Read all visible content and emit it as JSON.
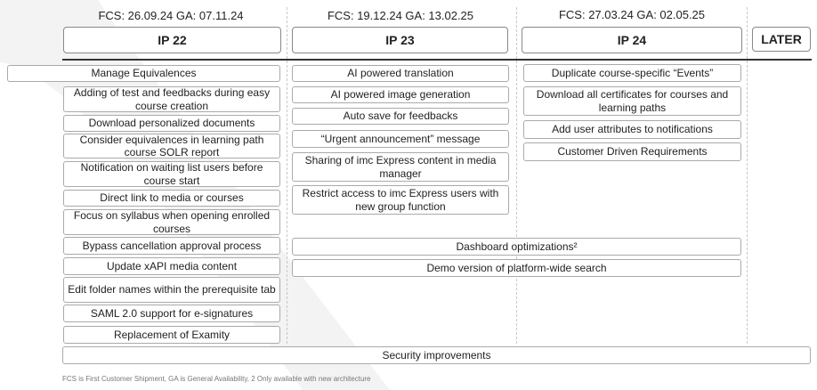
{
  "columns": [
    {
      "id": "ip22",
      "title": "IP 22",
      "dates": "FCS: 26.09.24 GA: 07.11.24"
    },
    {
      "id": "ip23",
      "title": "IP 23",
      "dates": "FCS: 19.12.24 GA: 13.02.25"
    },
    {
      "id": "ip24",
      "title": "IP 24",
      "dates": "FCS: 27.03.24 GA: 02.05.25"
    },
    {
      "id": "later",
      "title": "LATER",
      "dates": ""
    }
  ],
  "ip22_items": [
    "Manage Equivalences",
    "Adding of test and feedbacks during easy course creation",
    "Download personalized documents",
    "Consider equivalences in learning path course SOLR report",
    "Notification on waiting list users before course start",
    "Direct link to media or courses",
    "Focus on syllabus when opening enrolled courses",
    "Bypass cancellation approval process",
    "Update xAPI media content",
    "Edit folder names within the prerequisite tab",
    "SAML 2.0 support for e-signatures",
    "Replacement of Examity"
  ],
  "ip23_items": [
    "AI powered translation",
    "AI powered image generation",
    "Auto save for feedbacks",
    "“Urgent announcement” message",
    "Sharing of imc Express content in media manager",
    "Restrict access to imc Express users with new group function"
  ],
  "ip24_items": [
    "Duplicate course-specific “Events”",
    "Download all certificates for courses and learning paths",
    "Add user attributes to notifications",
    "Customer Driven Requirements"
  ],
  "spanning_items": [
    "Dashboard optimizations²",
    "Demo version of platform-wide search",
    "Security improvements"
  ],
  "footnote": "FCS is First Customer Shipment,    GA is General Availability,    2 Only available with new architecture"
}
